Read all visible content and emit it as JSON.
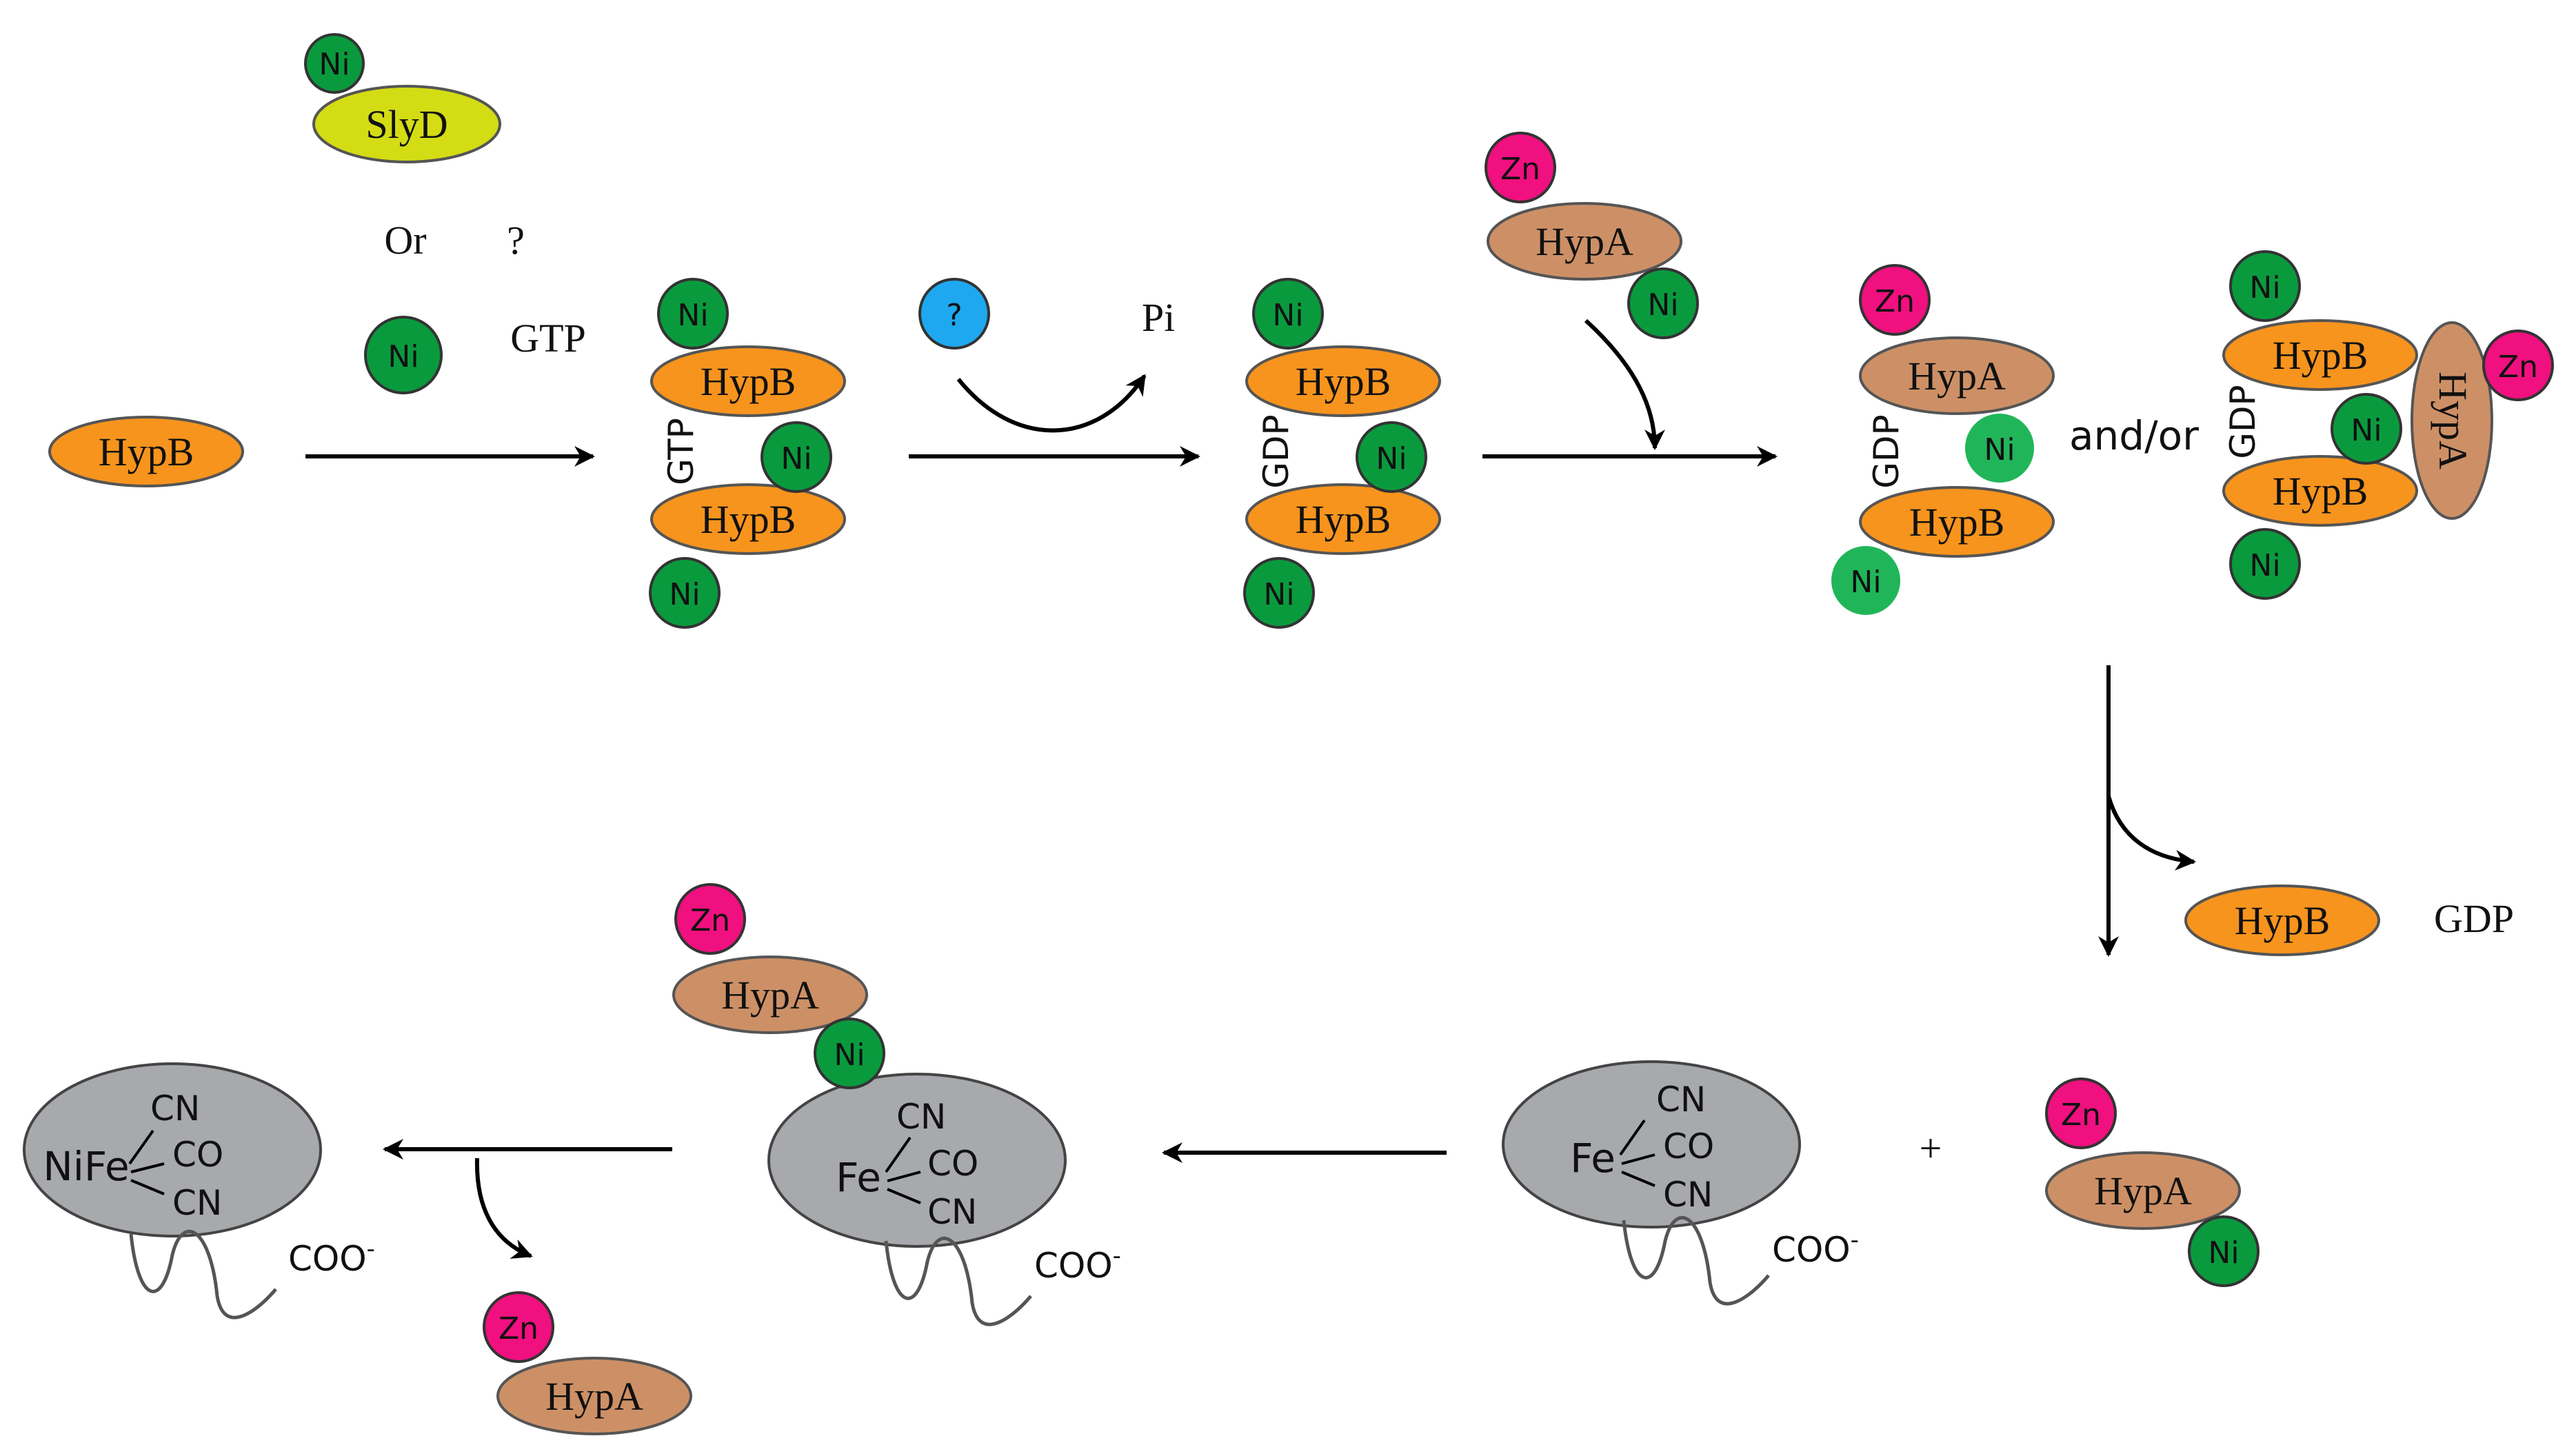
{
  "labels": {
    "or": "Or",
    "question": "?",
    "gtp": "GTP",
    "pi": "Pi",
    "and_or": "and/or",
    "gdp": "GDP",
    "plus": "+",
    "gtp_vertical": "GTP",
    "gdp_vertical": "GDP"
  },
  "proteins": {
    "slyd": "SlyD",
    "hypb": "HypB",
    "hypa": "HypA"
  },
  "ions": {
    "ni": "Ni",
    "zn": "Zn",
    "unknown": "?"
  },
  "chemistry": {
    "cn": "CN",
    "co": "CO",
    "fe": "Fe",
    "nife": "NiFe",
    "coo": "COO",
    "charge": "-"
  },
  "colors": {
    "ni": "#0a9a3e",
    "ni_light": "#21b559",
    "zn": "#f0107f",
    "unknown": "#1ea8f0",
    "hypb": "#f7941d",
    "hypa": "#cd9066",
    "slyd": "#d4dc14",
    "hydrogenase": "#a7a9ac"
  }
}
